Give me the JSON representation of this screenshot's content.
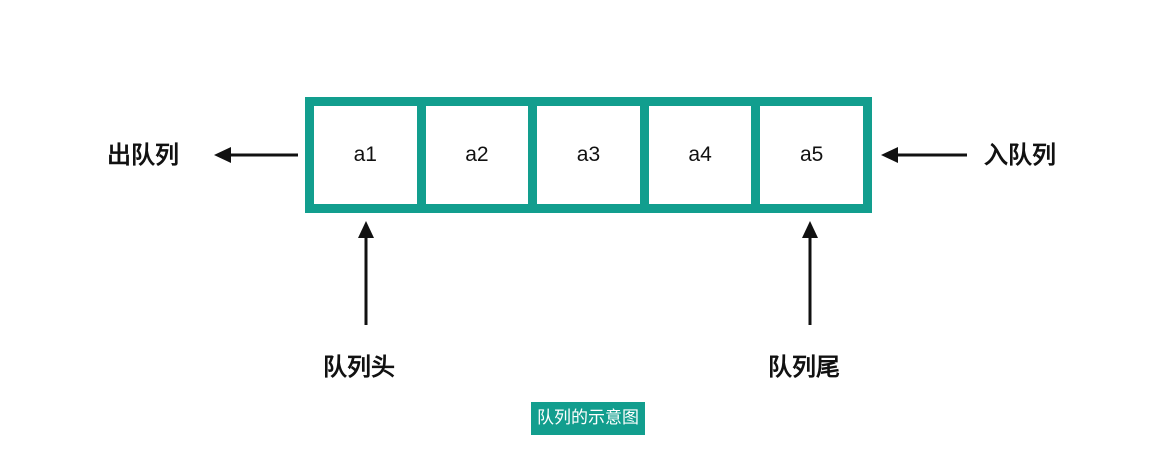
{
  "queue": {
    "cells": [
      "a1",
      "a2",
      "a3",
      "a4",
      "a5"
    ],
    "border_color": "#129e8e"
  },
  "labels": {
    "dequeue": "出队列",
    "enqueue": "入队列",
    "head": "队列头",
    "tail": "队列尾"
  },
  "caption": "队列的示意图"
}
